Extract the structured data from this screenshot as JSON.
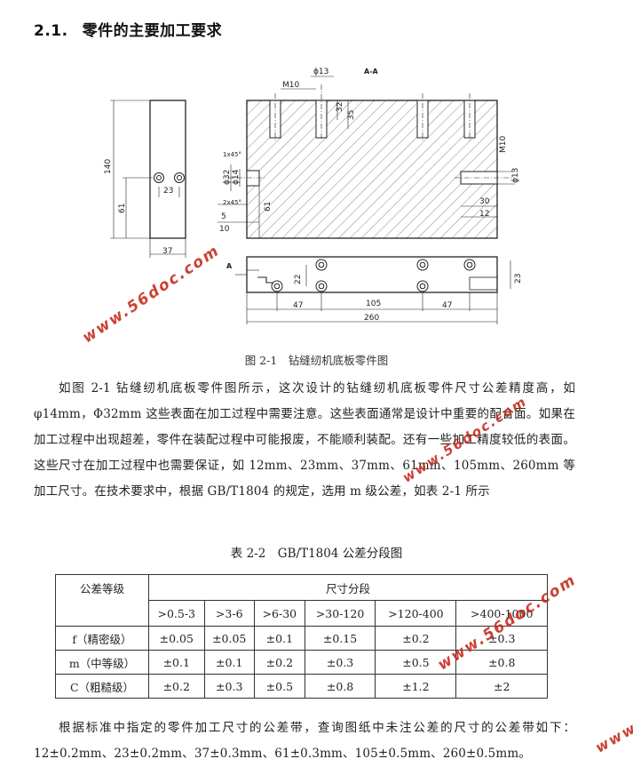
{
  "heading": {
    "number": "2.1.",
    "title": "零件的主要加工要求"
  },
  "drawing": {
    "section_label": "A-A",
    "view_label": "A",
    "dims": {
      "phi13_top": "ϕ13",
      "m10_top": "M10",
      "d35": "35",
      "d32": "32",
      "m10_right": "M10",
      "phi13_right": "ϕ13",
      "d30": "30",
      "d12": "12",
      "chamfer1": "1x45°",
      "phi32": "ϕ32",
      "phi14": "ϕ14",
      "chamfer2": "2x45°",
      "d61_mid": "61",
      "d5": "5",
      "d10": "10",
      "d140": "140",
      "d61_left": "61",
      "d23_left": "23",
      "d37": "37",
      "d22": "22",
      "d47_left": "47",
      "d105": "105",
      "d47_right": "47",
      "d260": "260",
      "d23_right": "23"
    }
  },
  "figure_caption": "图 2-1　钻缝纫机底板零件图",
  "paragraph1": "如图 2-1 钻缝纫机底板零件图所示，这次设计的钻缝纫机底板零件尺寸公差精度高，如 φ14mm，Φ32mm 这些表面在加工过程中需要注意。这些表面通常是设计中重要的配合面。如果在加工过程中出现超差，零件在装配过程中可能报废，不能顺利装配。还有一些加工精度较低的表面。这些尺寸在加工过程中也需要保证，如 12mm、23mm、37mm、61mm、105mm、260mm 等加工尺寸。在技术要求中，根据 GB/T1804 的规定，选用 m 级公差，如表 2-1 所示",
  "table_caption": "表 2-2　GB/T1804 公差分段图",
  "table": {
    "corner": "公差等级",
    "group_header": "尺寸分段",
    "ranges": [
      ">0.5-3",
      ">3-6",
      ">6-30",
      ">30-120",
      ">120-400",
      ">400-1000"
    ],
    "rows": [
      {
        "grade": "f（精密级）",
        "values": [
          "±0.05",
          "±0.05",
          "±0.1",
          "±0.15",
          "±0.2",
          "±0.3"
        ]
      },
      {
        "grade": "m（中等级）",
        "values": [
          "±0.1",
          "±0.1",
          "±0.2",
          "±0.3",
          "±0.5",
          "±0.8"
        ]
      },
      {
        "grade": "C（粗糙级）",
        "values": [
          "±0.2",
          "±0.3",
          "±0.5",
          "±0.8",
          "±1.2",
          "±2"
        ]
      }
    ]
  },
  "paragraph2": "根据标准中指定的零件加工尺寸的公差带，查询图纸中未注公差的尺寸的公差带如下：12±0.2mm、23±0.2mm、37±0.3mm、61±0.3mm、105±0.5mm、260±0.5mm。",
  "watermarks": [
    "www.56doc.com",
    "www.56doc.com",
    "www.56doc.com",
    "www"
  ]
}
